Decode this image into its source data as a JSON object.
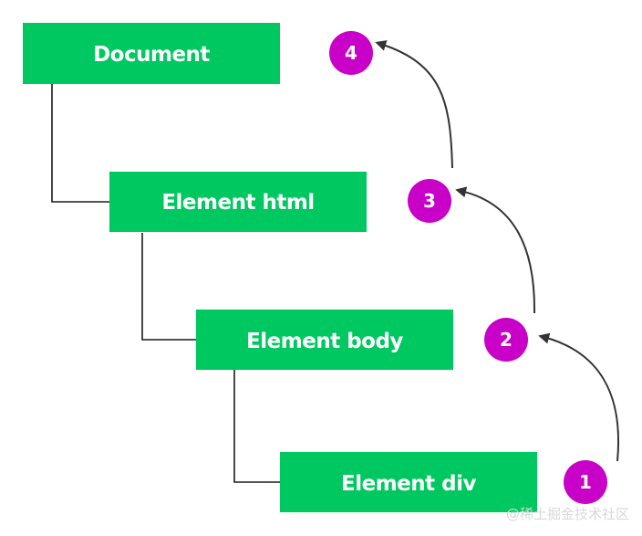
{
  "diagram": {
    "nodes": [
      {
        "label": "Document"
      },
      {
        "label": "Element html"
      },
      {
        "label": "Element body"
      },
      {
        "label": "Element div"
      }
    ],
    "steps": [
      {
        "label": "1"
      },
      {
        "label": "2"
      },
      {
        "label": "3"
      },
      {
        "label": "4"
      }
    ],
    "colors": {
      "node_fill": "#00c860",
      "step_fill": "#c800c8",
      "connector": "#1a1a1a",
      "arrow": "#333333"
    }
  },
  "watermark": "@稀土掘金技术社区"
}
